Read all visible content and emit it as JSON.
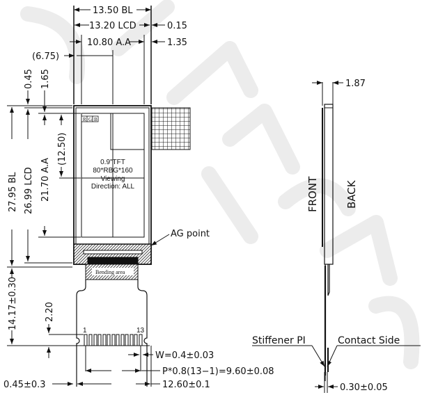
{
  "drawing": {
    "title": "0.9 inch TFT module outline drawing",
    "colors": {
      "line": "#111111",
      "hatch": "#333333",
      "watermark": "#ececec",
      "background": "#ffffff"
    }
  },
  "front_view": {
    "top_dims": {
      "bl_width": "13.50 BL",
      "lcd_width": "13.20 LCD",
      "lcd_offset": "0.15",
      "aa_width": "10.80 A.A",
      "aa_offset": "1.35",
      "center": "(6.75)"
    },
    "left_dims": {
      "top_offset_bl": "0.45",
      "top_offset_aa": "1.65",
      "bl_height": "27.95 BL",
      "lcd_height": "26.99 LCD",
      "aa_height": "21.70 A.A",
      "center": "(12.50)",
      "fpc_length": "14.17±0.30",
      "pad_length": "2.20"
    },
    "panel_text": {
      "line1": "0.9\"TFT",
      "line2": "80*RBG*160",
      "line3": "Viewing",
      "line4": "Direction: ALL"
    },
    "rgb_cells": [
      "R",
      "G",
      "B"
    ],
    "ag_point_label": "AG point",
    "bending_label": "Bending area",
    "pin_first": "1",
    "pin_last": "13",
    "bottom_dims": {
      "pin_width": "W=0.4±0.03",
      "pitch": "P*0.8(13−1)=9.60±0.08",
      "fpc_width": "12.60±0.1",
      "fpc_offset": "0.45±0.3"
    }
  },
  "side_view": {
    "thickness": "1.87",
    "front_label": "FRONT",
    "back_label": "BACK",
    "stiffener_label": "Stiffener PI",
    "contact_label": "Contact Side",
    "fpc_thickness": "0.30±0.05"
  }
}
